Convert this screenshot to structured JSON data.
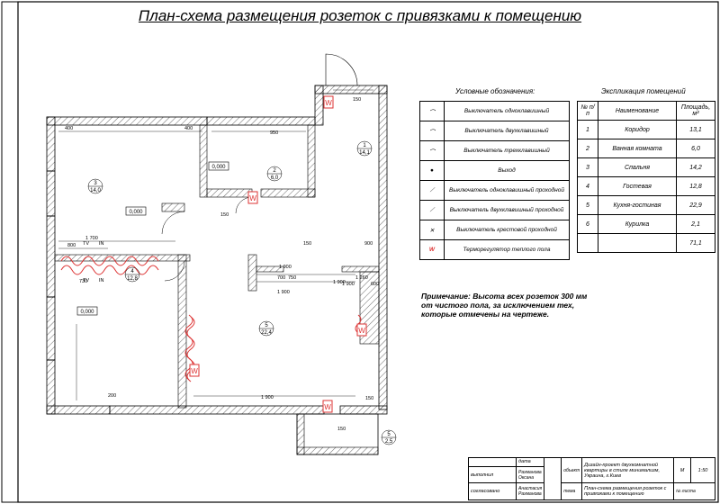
{
  "title": "План-схема размещения розеток с привязками к помещению",
  "legend": {
    "title": "Условные обозначения:",
    "items": [
      "Выключатель одноклавишный",
      "Выключатель двухклавишный",
      "Выключатель трехклавишный",
      "Выход",
      "Выключатель одноклавишный проходной",
      "Выключатель двухклавишный проходной",
      "Выключатель крестовой проходной",
      "Терморегулятор теплого пола"
    ]
  },
  "explication": {
    "title": "Экспликация помещений",
    "headers": [
      "№ п/п",
      "Наименование",
      "Площадь, м²"
    ],
    "rows": [
      [
        "1",
        "Коридор",
        "13,1"
      ],
      [
        "2",
        "Ванная комната",
        "6,0"
      ],
      [
        "3",
        "Спальня",
        "14,2"
      ],
      [
        "4",
        "Гостевая",
        "12,8"
      ],
      [
        "5",
        "Кухня-гостиная",
        "22,9"
      ],
      [
        "6",
        "Курилка",
        "2,1"
      ],
      [
        "",
        "",
        "71,1"
      ]
    ]
  },
  "note": "Примечание: Высота всех розеток 300 мм от чистого пола, за исключением тех, которые отмечены на чертеже.",
  "plan": {
    "rooms": [
      {
        "num": "1",
        "area": "14,1"
      },
      {
        "num": "2",
        "area": "6,0"
      },
      {
        "num": "3",
        "area": "14,0"
      },
      {
        "num": "4",
        "area": "12,8"
      },
      {
        "num": "5",
        "area": "22,4"
      },
      {
        "num": "5",
        "area": "2,5"
      }
    ],
    "levels": [
      "0,000",
      "0,000",
      "0,000"
    ],
    "dims": [
      "400",
      "400",
      "150",
      "950",
      "1 700",
      "800",
      "730",
      "900",
      "1 900",
      "1 260",
      "1 900",
      "700",
      "750",
      "1 900",
      "150",
      "150",
      "1 900",
      "1 900",
      "200",
      "150",
      "150",
      "600",
      "TV",
      "IN",
      "TV",
      "IN"
    ]
  },
  "stamp": {
    "date_label": "дата",
    "executed_label": "выполнил",
    "agreed_label": "согласовано",
    "object_label": "объект",
    "theme_label": "тема",
    "project": "Дизайн-проект двухкомнатной квартиры в стиле минимализм, Украина, г.Киев",
    "theme": "План-схема размещения розеток с привязками к помещению",
    "scale_label": "М",
    "scale": "1:50",
    "sheet_label": "№ листа",
    "executor": "Рахманова Оксана",
    "approver": "Анастасия Рахманова"
  }
}
